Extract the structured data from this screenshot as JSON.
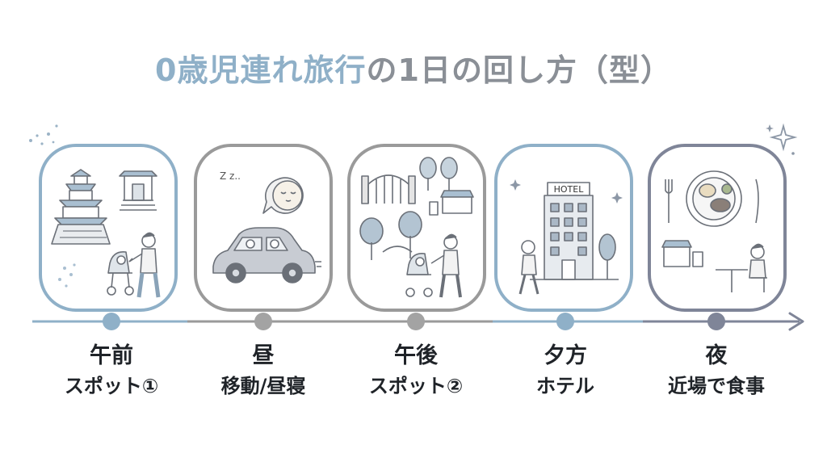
{
  "title": {
    "highlight": "0歳児連れ旅行",
    "rest": "の1日の回し方（型）"
  },
  "colors": {
    "blue": "#8fb0c8",
    "gray": "#9a9a9a",
    "navy": "#7f8598",
    "text": "#1f2328"
  },
  "steps": [
    {
      "time": "午前",
      "activity": "スポット①",
      "icon": "castle-temple-stroller-icon"
    },
    {
      "time": "昼",
      "activity": "移動/昼寝",
      "icon": "car-sleeping-icon"
    },
    {
      "time": "午後",
      "activity": "スポット②",
      "icon": "park-stroller-icon"
    },
    {
      "time": "夕方",
      "activity": "ホテル",
      "icon": "hotel-icon",
      "sign": "HOTEL"
    },
    {
      "time": "夜",
      "activity": "近場で食事",
      "icon": "dinner-icon"
    }
  ]
}
